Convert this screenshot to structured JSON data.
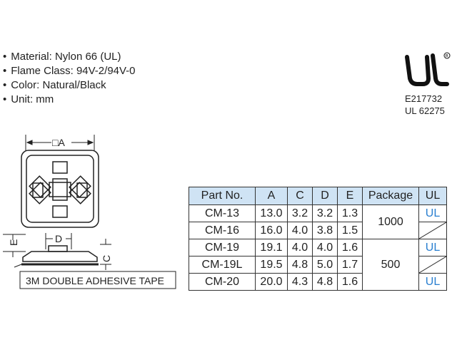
{
  "specs": [
    "Material: Nylon 66 (UL)",
    "Flame Class: 94V-2/94V-0",
    "Color: Natural/Black",
    "Unit: mm"
  ],
  "cert": {
    "file": "E217732",
    "standard": "UL 62275"
  },
  "drawing": {
    "dim_a": "□A",
    "dim_d": "D",
    "dim_e": "E",
    "dim_c": "C",
    "tape_label": "3M DOUBLE ADHESIVE TAPE"
  },
  "table": {
    "headers": [
      "Part No.",
      "A",
      "C",
      "D",
      "E",
      "Package",
      "UL"
    ],
    "rows": [
      {
        "part": "CM-13",
        "a": "13.0",
        "c": "3.2",
        "d": "3.2",
        "e": "1.3",
        "ul": "UL"
      },
      {
        "part": "CM-16",
        "a": "16.0",
        "c": "4.0",
        "d": "3.8",
        "e": "1.5",
        "ul": ""
      },
      {
        "part": "CM-19",
        "a": "19.1",
        "c": "4.0",
        "d": "4.0",
        "e": "1.6",
        "ul": "UL"
      },
      {
        "part": "CM-19L",
        "a": "19.5",
        "c": "4.8",
        "d": "5.0",
        "e": "1.7",
        "ul": ""
      },
      {
        "part": "CM-20",
        "a": "20.0",
        "c": "4.3",
        "d": "4.8",
        "e": "1.6",
        "ul": "UL"
      }
    ],
    "package_1": "1000",
    "package_2": "500"
  },
  "colors": {
    "header_bg": "#cfe3f4",
    "ul_text": "#2a7fd0"
  }
}
